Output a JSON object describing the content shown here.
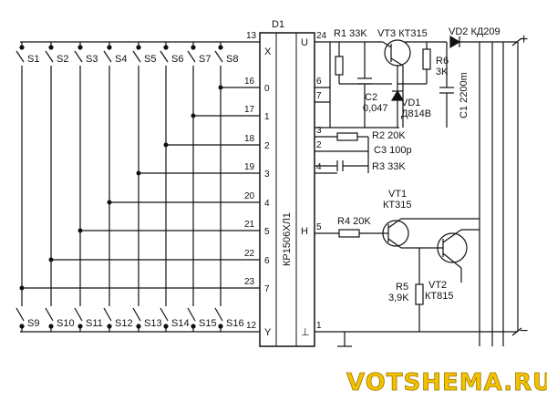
{
  "chip": {
    "ref": "D1",
    "part": "КР1506ХЛ1",
    "pin_x": "X",
    "pin_y": "Y",
    "pin_u": "U",
    "pin_h": "H",
    "pin_gnd": "⊥"
  },
  "switches_top": [
    "S1",
    "S2",
    "S3",
    "S4",
    "S5",
    "S6",
    "S7",
    "S8"
  ],
  "switches_bottom": [
    "S9",
    "S10",
    "S11",
    "S12",
    "S13",
    "S14",
    "S15",
    "S16"
  ],
  "row_pins": {
    "numbers": [
      "16",
      "17",
      "18",
      "19",
      "20",
      "21",
      "22",
      "23"
    ],
    "digits": [
      "0",
      "1",
      "2",
      "3",
      "4",
      "5",
      "6",
      "7"
    ]
  },
  "pins": {
    "p13": "13",
    "p12": "12",
    "p24": "24",
    "p6": "6",
    "p7": "7",
    "p3": "3",
    "p2": "2",
    "p4": "4",
    "p5": "5",
    "p1": "1"
  },
  "components": {
    "r1": "R1 33K",
    "vt3": "VT3 КТ315",
    "vd2": "VD2 КД209",
    "r6_ref": "R6",
    "r6_val": "3K",
    "c2_ref": "C2",
    "c2_val": "0,047",
    "vd1_ref": "VD1",
    "vd1_val": "Д814В",
    "c1": "C1 2200m",
    "r2": "R2 20K",
    "c3": "C3 100p",
    "r3": "R3 33K",
    "vt1_ref": "VT1",
    "vt1_val": "КТ315",
    "r4": "R4 20K",
    "r5_ref": "R5",
    "r5_val": "3,9K",
    "vt2_ref": "VT2",
    "vt2_val": "КТ815"
  },
  "power": {
    "plus": "+",
    "minus": "−"
  },
  "watermark": {
    "text": "VOTSHEMA.RU",
    "color": "#f2c200",
    "outline": "#a07800"
  }
}
